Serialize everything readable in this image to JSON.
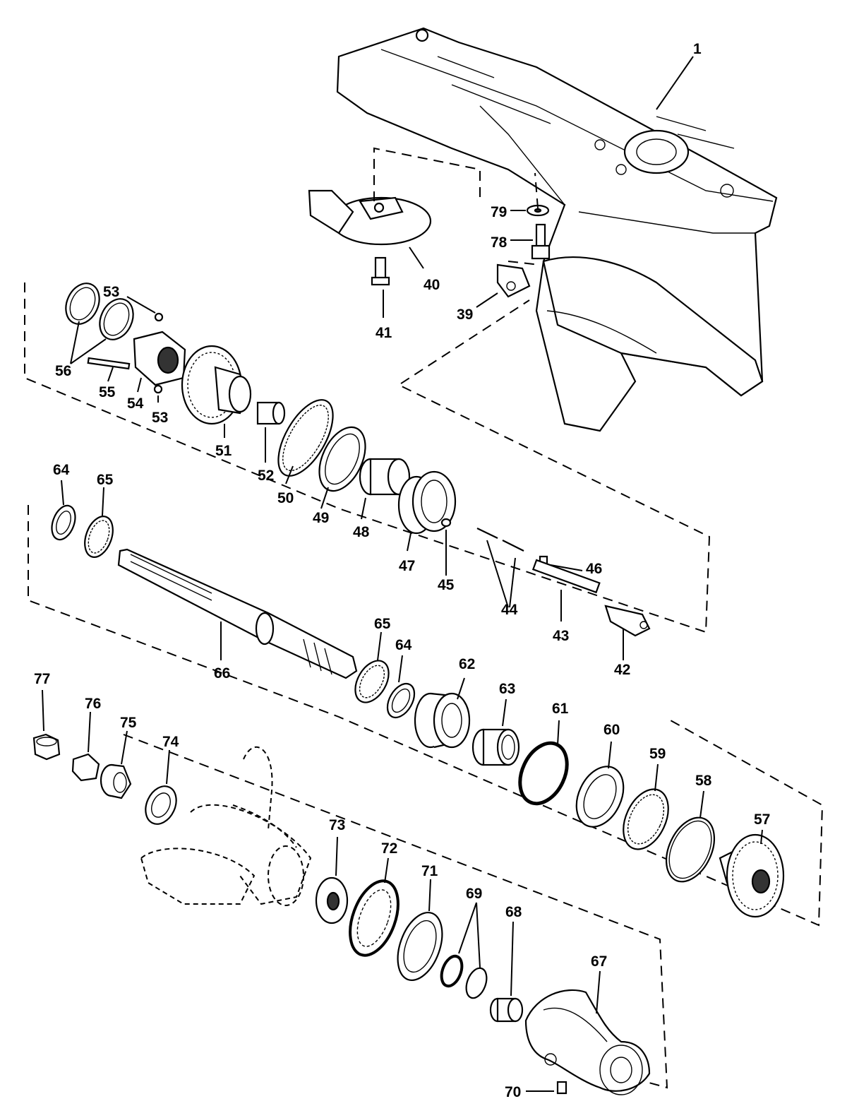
{
  "labels": {
    "p1": "1",
    "p39": "39",
    "p40": "40",
    "p41": "41",
    "p42": "42",
    "p43": "43",
    "p44": "44",
    "p45": "45",
    "p46": "46",
    "p47": "47",
    "p48": "48",
    "p49": "49",
    "p50": "50",
    "p51": "51",
    "p52": "52",
    "p53a": "53",
    "p53b": "53",
    "p54": "54",
    "p55": "55",
    "p56": "56",
    "p57": "57",
    "p58": "58",
    "p59": "59",
    "p60": "60",
    "p61": "61",
    "p62": "62",
    "p63": "63",
    "p64a": "64",
    "p64b": "64",
    "p65a": "65",
    "p65b": "65",
    "p66": "66",
    "p67": "67",
    "p68": "68",
    "p69": "69",
    "p70": "70",
    "p71": "71",
    "p72": "72",
    "p73": "73",
    "p74": "74",
    "p75": "75",
    "p76": "76",
    "p77": "77",
    "p78": "78",
    "p79": "79"
  }
}
